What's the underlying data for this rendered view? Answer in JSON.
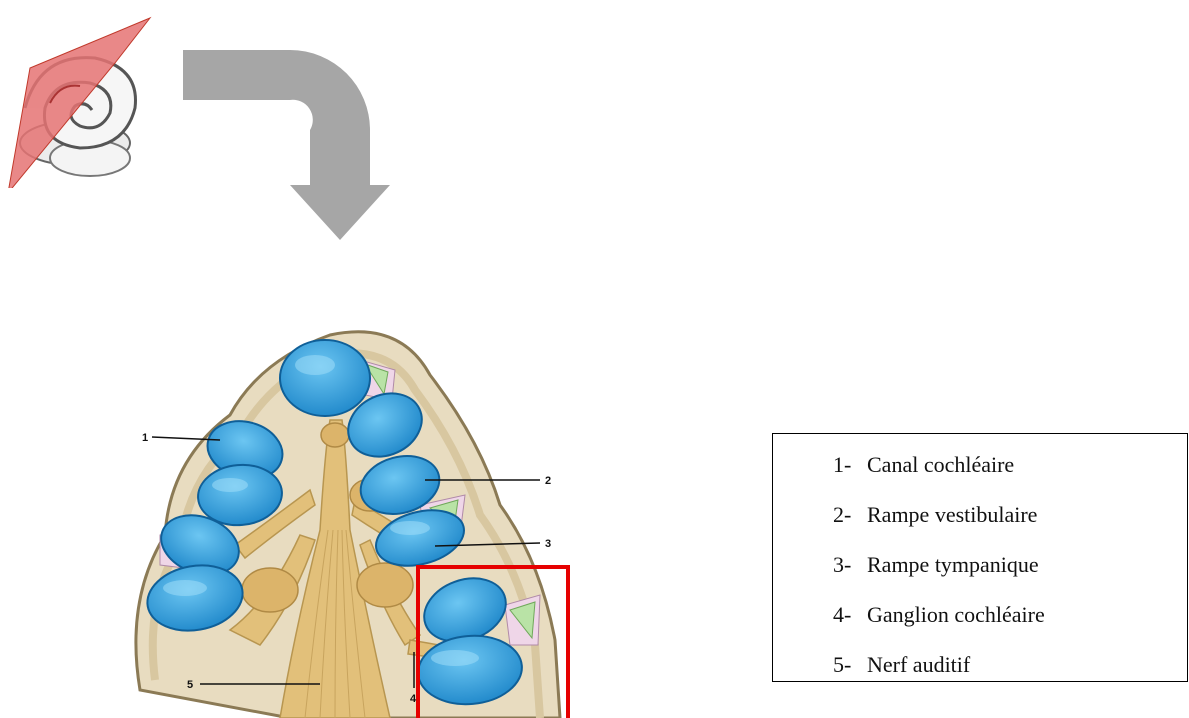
{
  "figure": {
    "callouts": [
      "1",
      "2",
      "3",
      "4",
      "5"
    ]
  },
  "legend": {
    "items": [
      {
        "number": "1-",
        "label": "Canal cochléaire"
      },
      {
        "number": "2-",
        "label": "Rampe vestibulaire"
      },
      {
        "number": "3-",
        "label": "Rampe tympanique"
      },
      {
        "number": "4-",
        "label": "Ganglion cochléaire"
      },
      {
        "number": "5-",
        "label": "Nerf auditif"
      }
    ]
  },
  "colors": {
    "duct_blue": "#2a9de0",
    "duct_blue_light": "#6cc6f2",
    "bone_beige": "#e8dcc0",
    "membrane_green": "#b9e3a6",
    "lymph_pink": "#efd6e8",
    "nerve_yellow": "#e2c07a",
    "highlight_red": "#e60000",
    "arrow_gray": "#a6a6a6",
    "plane_red": "#e57373"
  }
}
